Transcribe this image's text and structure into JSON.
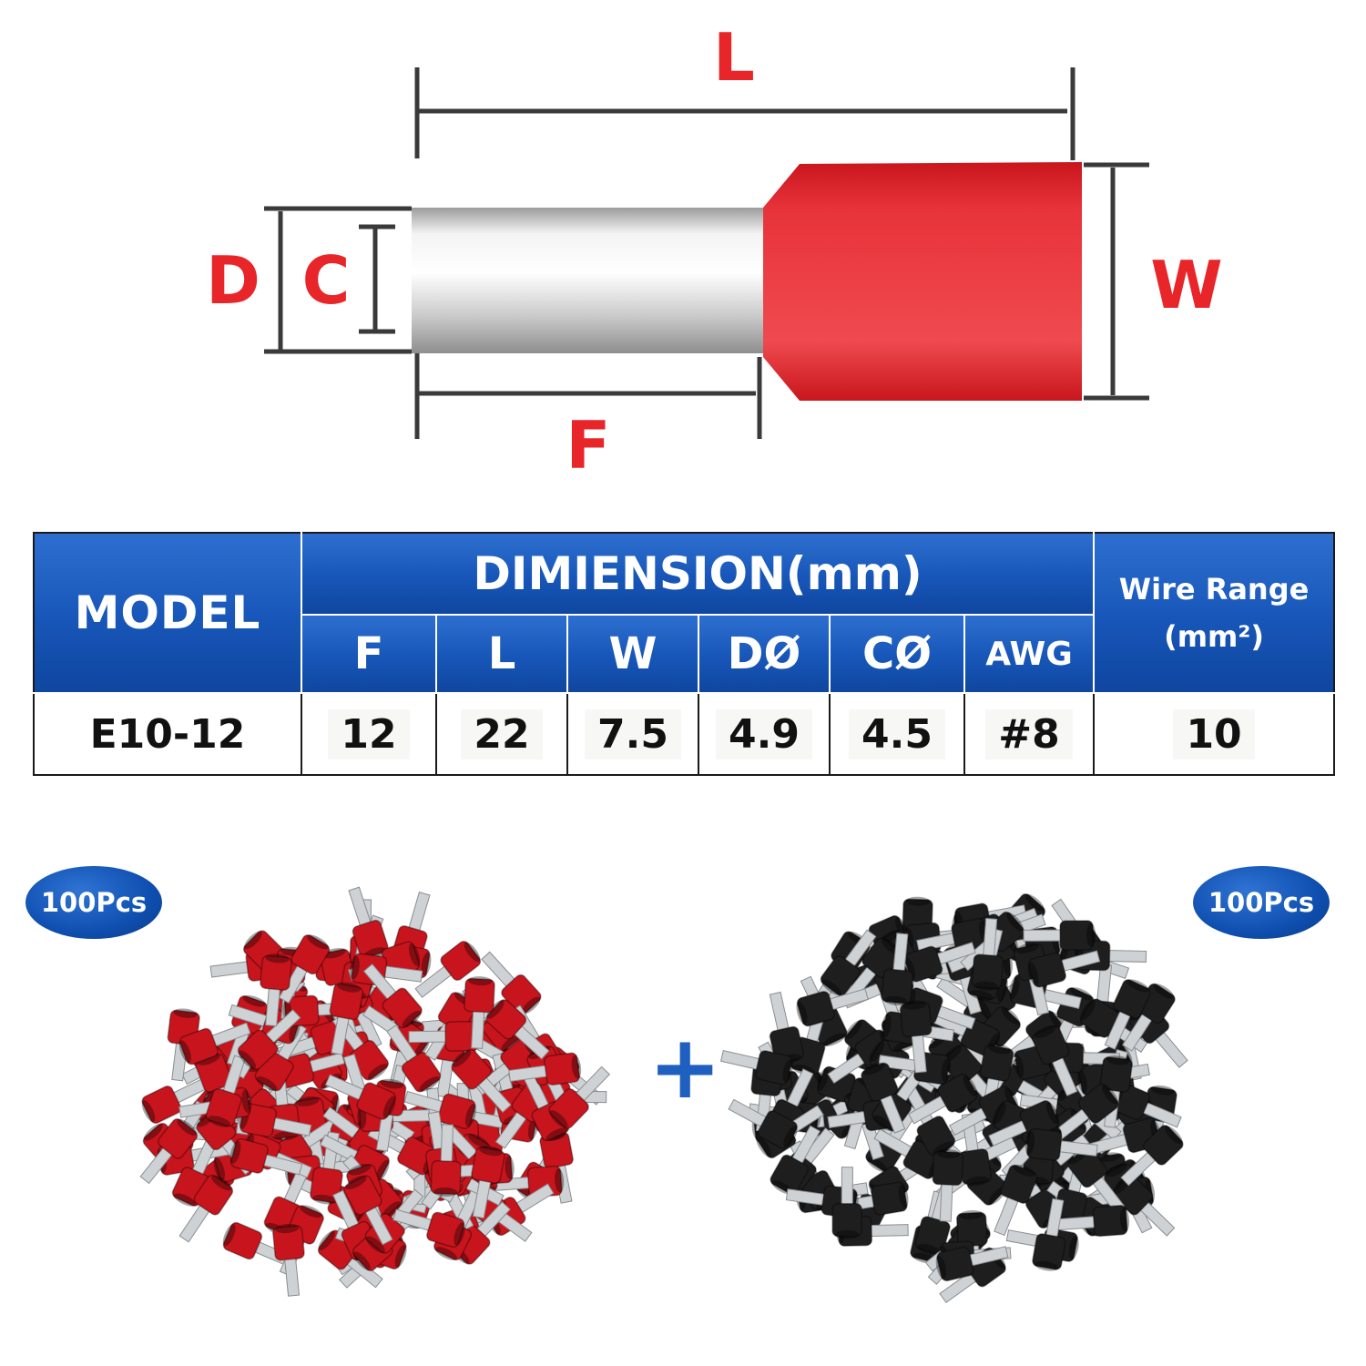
{
  "diagram": {
    "labels": {
      "L": "L",
      "D": "D",
      "C": "C",
      "W": "W",
      "F": "F"
    },
    "colors": {
      "label": "#e8262a",
      "insulation": "#e0262b",
      "tube": "#d8d8d8",
      "line": "#3a3a3a"
    }
  },
  "table": {
    "model_header": "MODEL",
    "dimension_header": "DIMIENSION(mm)",
    "columns": [
      "F",
      "L",
      "W",
      "DØ",
      "CØ",
      "AWG"
    ],
    "wire_header_line1": "Wire Range",
    "wire_header_line2": "(mm²)",
    "row": {
      "model": "E10-12",
      "F": "12",
      "L": "22",
      "W": "7.5",
      "D": "4.9",
      "C": "4.5",
      "AWG": "#8",
      "wire": "10"
    },
    "colors": {
      "header": "#1756b8",
      "header_text": "#ffffff"
    }
  },
  "bundles": {
    "red_badge": "100Pcs",
    "black_badge": "100Pcs",
    "plus": "+",
    "colors": {
      "red": "#c8141c",
      "black": "#1e1e1e",
      "badge": "#0f4fb0"
    }
  }
}
